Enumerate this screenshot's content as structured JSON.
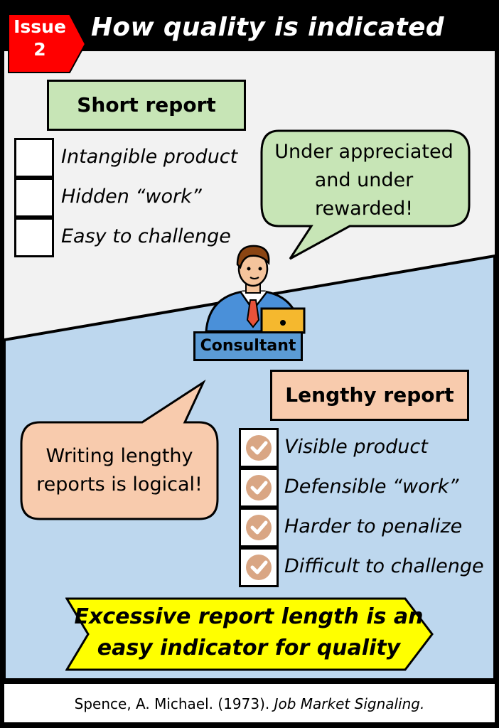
{
  "header": {
    "badge_line1": "Issue",
    "badge_line2": "2",
    "title": "How quality is indicated"
  },
  "short_report": {
    "title": "Short report",
    "items": [
      "Intangible product",
      "Hidden “work”",
      "Easy to challenge"
    ]
  },
  "consultant": {
    "label": "Consultant",
    "bubble_top": [
      "Under appreciated",
      "and under",
      "rewarded!"
    ],
    "bubble_bottom": [
      "Writing lengthy",
      "reports is logical!"
    ]
  },
  "lengthy_report": {
    "title": "Lengthy report",
    "items": [
      "Visible product",
      "Defensible “work”",
      "Harder to penalize",
      "Difficult to challenge"
    ]
  },
  "conclusion": {
    "line1": "Excessive report length is an",
    "line2": "easy indicator for quality"
  },
  "footer": {
    "citation_plain": "Spence, A. Michael. (1973). ",
    "citation_italic": "Job Market Signaling."
  },
  "colors": {
    "badge_red": "#ff0000",
    "green_fill": "#c7e5b6",
    "peach_fill": "#f8cbad",
    "blue_region": "#bdd7ee",
    "yellow_banner": "#ffff00",
    "check_color": "#d9a684"
  }
}
